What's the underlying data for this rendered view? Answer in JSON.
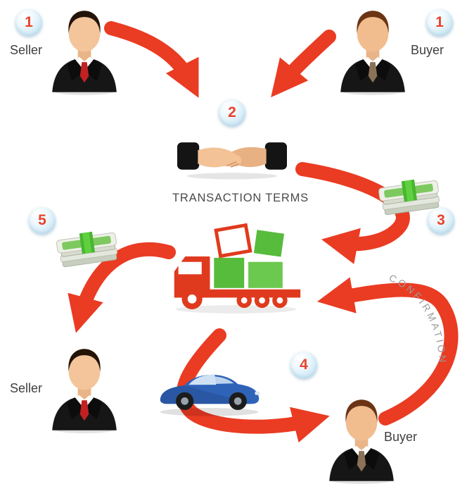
{
  "badges": {
    "seller_top": "1",
    "buyer_top": "1",
    "terms": "2",
    "payment": "3",
    "delivery": "4",
    "payout": "5"
  },
  "labels": {
    "seller_top": "Seller",
    "buyer_top": "Buyer",
    "terms": "TRANSACTION TERMS",
    "seller_bottom": "Seller",
    "buyer_bottom": "Buyer",
    "confirmation": "CONFIRMATION"
  },
  "icons": {
    "seller_top": "businessman-avatar",
    "buyer_top": "businessman-avatar",
    "terms": "handshake-icon",
    "payment_in": "money-stack-icon",
    "escrow": "delivery-truck-with-boxes-icon",
    "payout": "money-stack-icon",
    "delivery": "blue-car-icon",
    "seller_bottom": "businessman-avatar",
    "buyer_bottom": "businessman-avatar"
  },
  "colors": {
    "arrow_red": "#ea3b23",
    "badge_blue": "#b9ddee",
    "badge_number_red": "#e8432d",
    "label_gray": "#3f3f3f",
    "confirmation_gray": "#9b9b9b",
    "truck_red": "#e03a1e",
    "box_green": "#57bb3c",
    "money_green": "#49b531",
    "car_blue": "#2f63b8",
    "suit_black": "#161616",
    "seller_tie_red": "#c22121",
    "buyer_hair_brown": "#6b3414"
  }
}
